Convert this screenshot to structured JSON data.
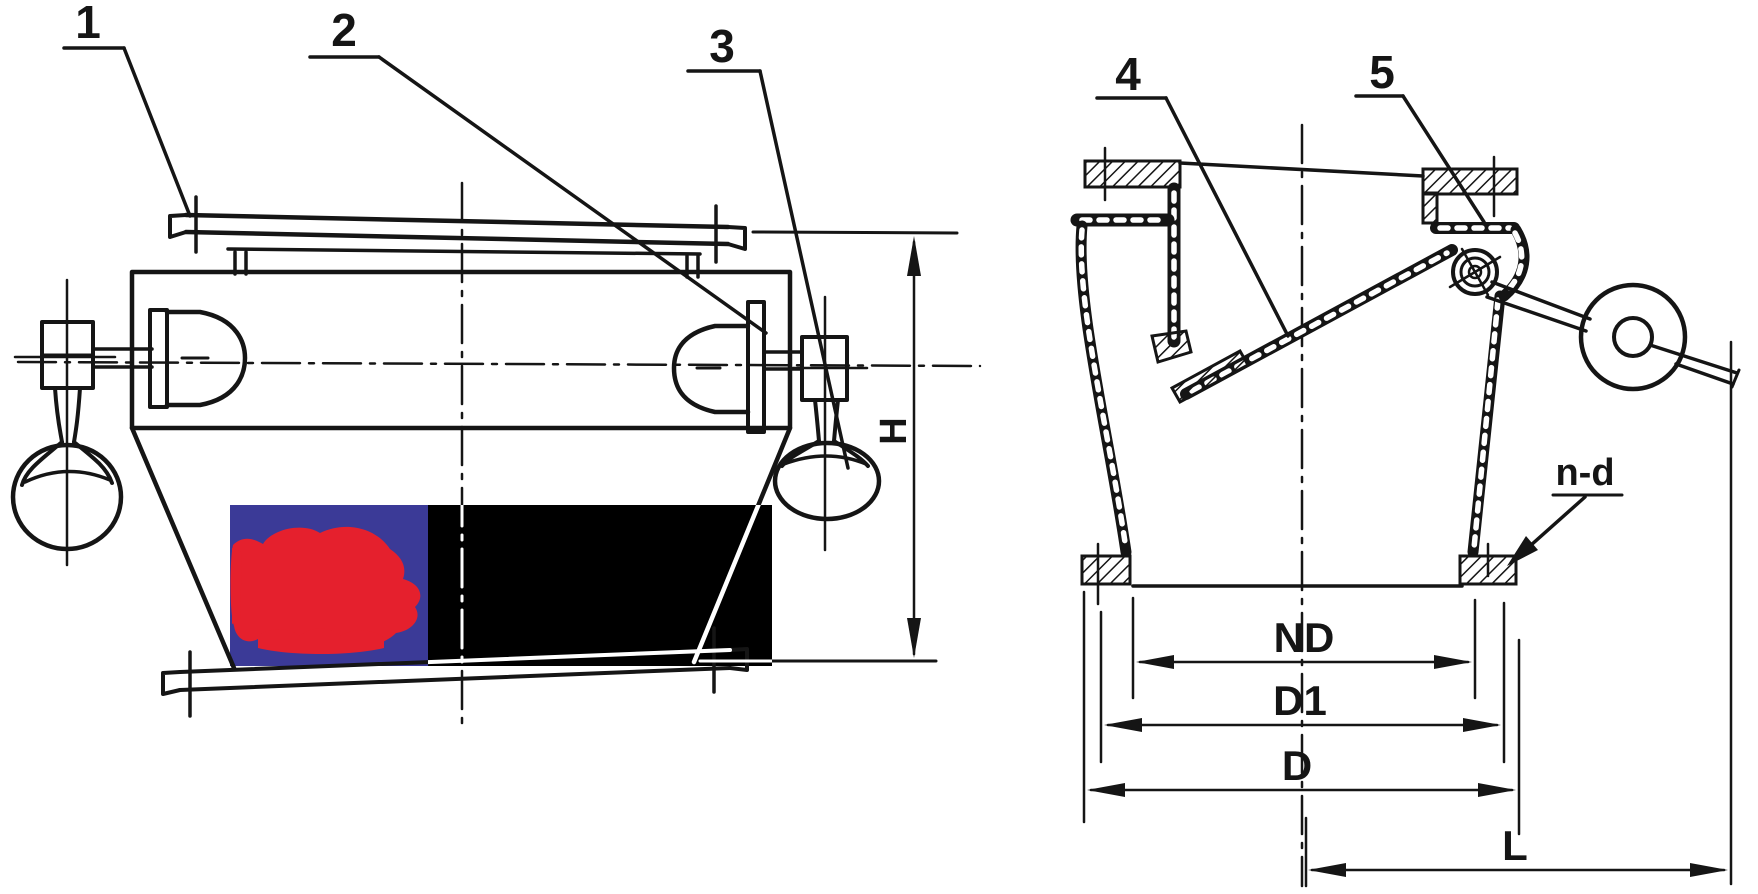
{
  "colors": {
    "background": "#ffffff",
    "line": "#151515",
    "watermark_blue": "#3b3a97",
    "watermark_red": "#e5202d",
    "watermark_black": "#000000"
  },
  "side_view": {
    "callouts": [
      "1",
      "2",
      "3"
    ],
    "dimensions": {
      "height": "H"
    }
  },
  "section_view": {
    "callouts": [
      "4",
      "5"
    ],
    "dimensions": {
      "nominal_diameter": "ND",
      "bolt_circle_diameter": "D1",
      "flange_diameter": "D",
      "lever_length": "L",
      "bolt_holes": "n-d"
    }
  }
}
